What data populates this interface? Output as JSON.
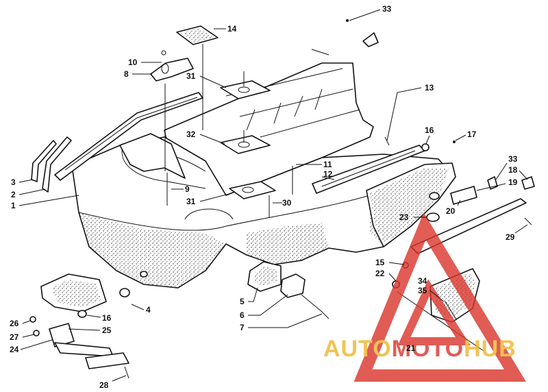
{
  "callouts": [
    {
      "label": "1"
    },
    {
      "label": "2"
    },
    {
      "label": "3"
    },
    {
      "label": "4"
    },
    {
      "label": "5"
    },
    {
      "label": "6"
    },
    {
      "label": "7"
    },
    {
      "label": "8"
    },
    {
      "label": "9"
    },
    {
      "label": "10"
    },
    {
      "label": "11"
    },
    {
      "label": "12"
    },
    {
      "label": "13"
    },
    {
      "label": "14"
    },
    {
      "label": "15"
    },
    {
      "label": "16"
    },
    {
      "label": "16"
    },
    {
      "label": "17"
    },
    {
      "label": "18"
    },
    {
      "label": "19"
    },
    {
      "label": "20"
    },
    {
      "label": "21"
    },
    {
      "label": "22"
    },
    {
      "label": "23"
    },
    {
      "label": "24"
    },
    {
      "label": "25"
    },
    {
      "label": "26"
    },
    {
      "label": "27"
    },
    {
      "label": "28"
    },
    {
      "label": "29"
    },
    {
      "label": "30"
    },
    {
      "label": "31"
    },
    {
      "label": "31"
    },
    {
      "label": "32"
    },
    {
      "label": "33"
    },
    {
      "label": "33"
    },
    {
      "label": "34"
    },
    {
      "label": "35"
    }
  ],
  "watermark": {
    "word_part1": "AUTO",
    "word_part2": "MOTO",
    "word_part3": "HUB",
    "color_red": "#d9342b",
    "color_gold": "#f0b429"
  }
}
